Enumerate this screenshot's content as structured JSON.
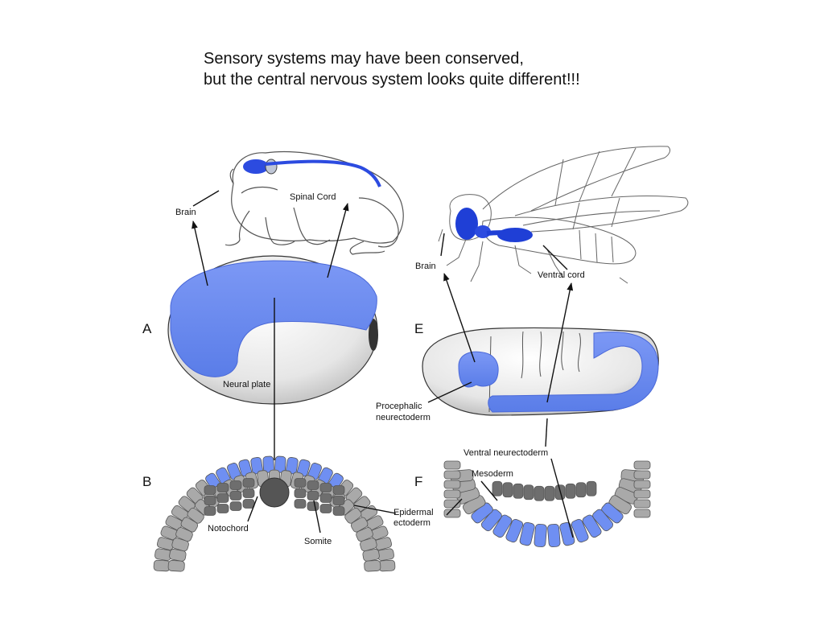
{
  "heading": {
    "line1": "Sensory systems may have been conserved,",
    "line2": "but the central nervous system looks quite different!!!"
  },
  "panels": {
    "a": "A",
    "b": "B",
    "e": "E",
    "f": "F"
  },
  "labels": {
    "frog_brain": "Brain",
    "spinal_cord": "Spinal Cord",
    "neural_plate": "Neural plate",
    "notochord": "Notochord",
    "somite": "Somite",
    "epidermal_1": "Epidermal",
    "epidermal_2": "ectoderm",
    "fly_brain": "Brain",
    "ventral_cord": "Ventral cord",
    "procephalic_1": "Procephalic",
    "procephalic_2": "neurectoderm",
    "ventral_neurectoderm": "Ventral neurectoderm",
    "mesoderm": "Mesoderm"
  },
  "colors": {
    "neural_blue": "#6f8ff2",
    "deep_blue": "#1f3fd6",
    "gray_cell": "#a9a9a9",
    "dark_cell": "#6e6e6e",
    "notochord": "#555555",
    "embryo": "#e9e9e9",
    "outline": "#333333"
  }
}
